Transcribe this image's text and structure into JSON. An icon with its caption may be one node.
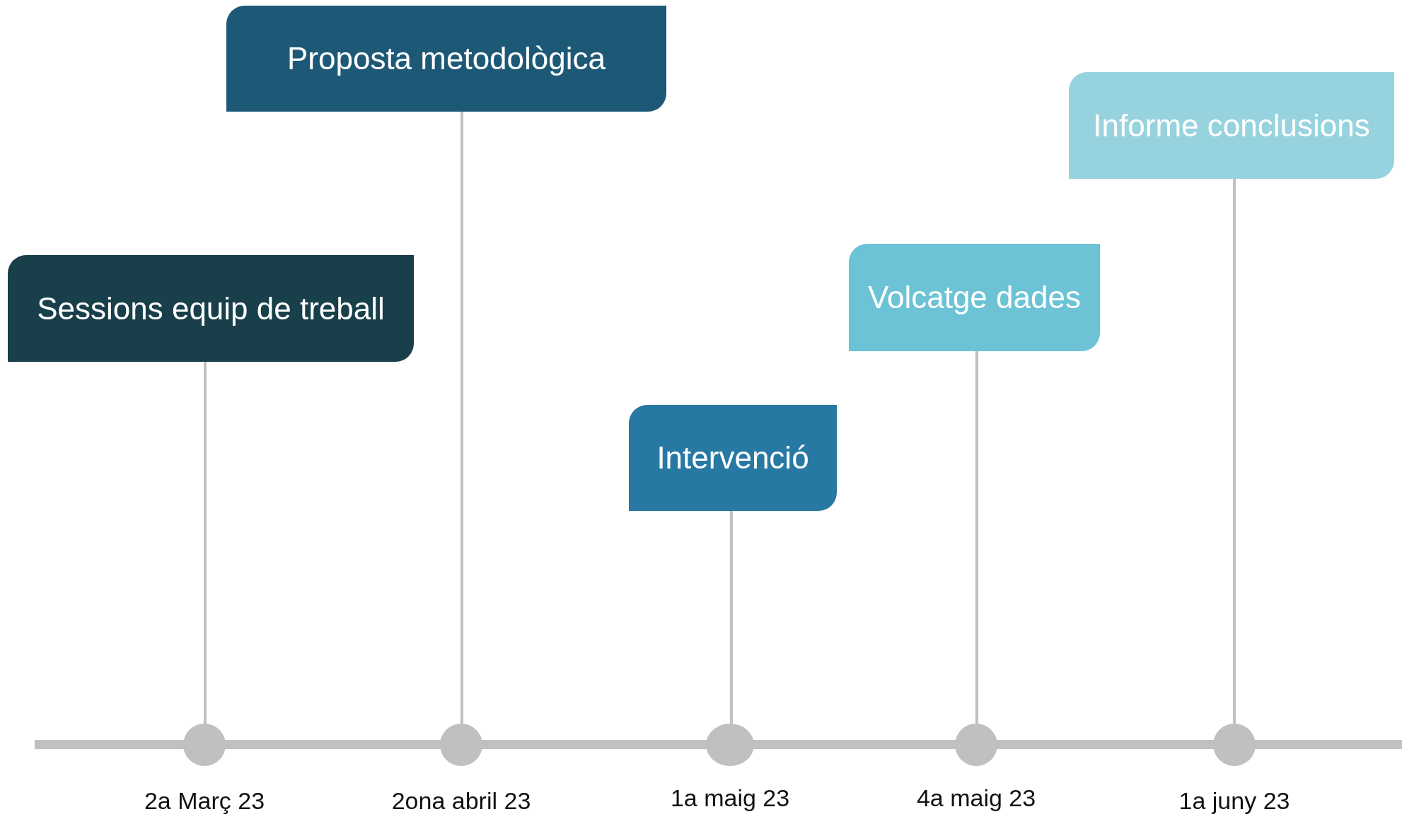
{
  "diagram": {
    "nodes": [
      {
        "text": [
          "Sessions equip de treball"
        ]
      },
      {
        "text": [
          "Proposta metodològica"
        ]
      },
      {
        "text": [
          "Intervenció"
        ]
      },
      {
        "text": [
          "Volcatge dades"
        ]
      },
      {
        "text": [
          "Informe conclusions"
        ]
      },
      {
        "text": [],
        "shape": "circle",
        "beside": [
          "2a Març 23"
        ]
      },
      {
        "text": [],
        "shape": "circle",
        "beside": [
          "2ona abril 23"
        ]
      },
      {
        "text": [],
        "shape": "circle",
        "beside": [
          "1a maig 23"
        ]
      },
      {
        "text": [],
        "shape": "circle",
        "beside": [
          "4a maig 23"
        ]
      },
      {
        "text": [],
        "shape": "circle",
        "beside": [
          "1a juny 23"
        ]
      }
    ],
    "edges": [
      {
        "from": 0,
        "to": 5,
        "arrow": "none"
      },
      {
        "from": 1,
        "to": 6,
        "arrow": "none"
      },
      {
        "from": 2,
        "to": 7,
        "arrow": "none"
      },
      {
        "from": 3,
        "to": 8,
        "arrow": "none"
      },
      {
        "from": 4,
        "to": 9,
        "arrow": "none"
      }
    ]
  }
}
